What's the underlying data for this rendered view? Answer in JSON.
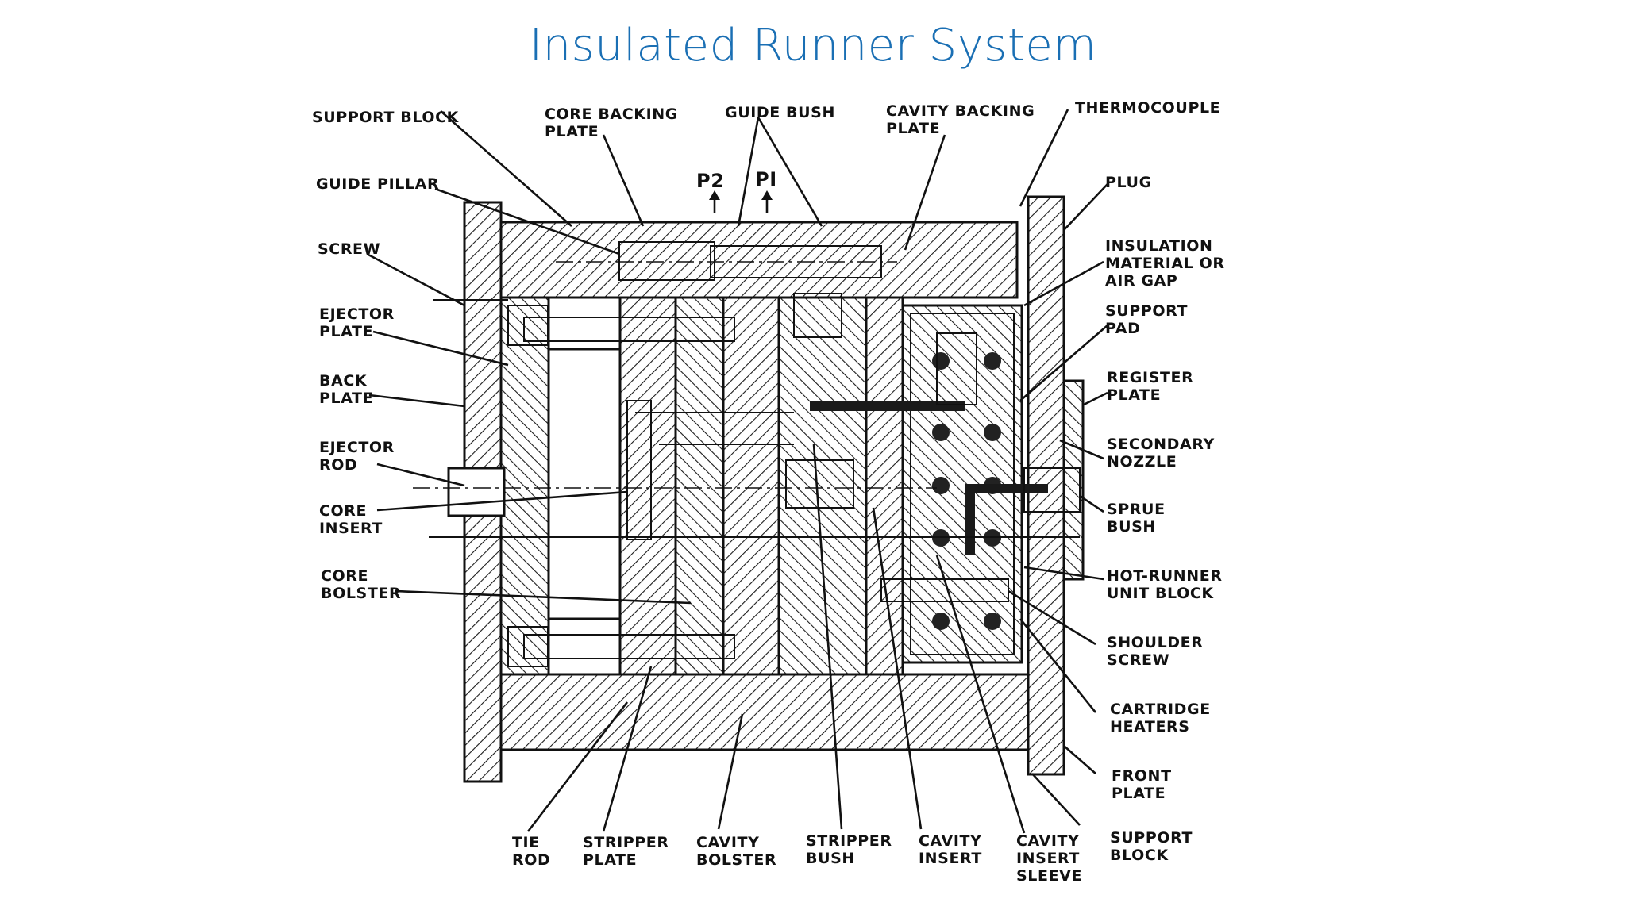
{
  "slide": {
    "title": "Insulated Runner System"
  },
  "diagram": {
    "labels": {
      "support_block_top": [
        "SUPPORT BLOCK"
      ],
      "core_backing_plate": [
        "CORE BACKING",
        "PLATE"
      ],
      "guide_bush": [
        "GUIDE BUSH"
      ],
      "cavity_backing_plate": [
        "CAVITY BACKING",
        "PLATE"
      ],
      "thermocouple": [
        "THERMOCOUPLE"
      ],
      "p2": "P2",
      "p1": "PI",
      "guide_pillar": [
        "GUIDE PILLAR"
      ],
      "plug": [
        "PLUG"
      ],
      "screw": [
        "SCREW"
      ],
      "insulation": [
        "INSULATION",
        "MATERIAL OR",
        "AIR GAP"
      ],
      "ejector_plate": [
        "EJECTOR",
        "PLATE"
      ],
      "support_pad": [
        "SUPPORT",
        "PAD"
      ],
      "back_plate": [
        "BACK",
        "PLATE"
      ],
      "register_plate": [
        "REGISTER",
        "PLATE"
      ],
      "secondary_nozzle": [
        "SECONDARY",
        "NOZZLE"
      ],
      "ejector_rod": [
        "EJECTOR",
        "ROD"
      ],
      "core_insert": [
        "CORE",
        "INSERT"
      ],
      "sprue_bush": [
        "SPRUE",
        "BUSH"
      ],
      "core_bolster": [
        "CORE",
        "BOLSTER"
      ],
      "hot_runner_unit_block": [
        "HOT-RUNNER",
        "UNIT BLOCK"
      ],
      "shoulder_screw": [
        "SHOULDER",
        "SCREW"
      ],
      "cartridge_heaters": [
        "CARTRIDGE",
        "HEATERS"
      ],
      "front_plate": [
        "FRONT",
        "PLATE"
      ],
      "tie_rod": [
        "TIE",
        "ROD"
      ],
      "stripper_plate": [
        "STRIPPER",
        "PLATE"
      ],
      "cavity_bolster": [
        "CAVITY",
        "BOLSTER"
      ],
      "stripper_bush": [
        "STRIPPER",
        "BUSH"
      ],
      "cavity_insert": [
        "CAVITY",
        "INSERT"
      ],
      "cavity_insert_sleeve": [
        "CAVITY",
        "INSERT",
        "SLEEVE"
      ],
      "support_block_bottom": [
        "SUPPORT",
        "BLOCK"
      ]
    }
  }
}
